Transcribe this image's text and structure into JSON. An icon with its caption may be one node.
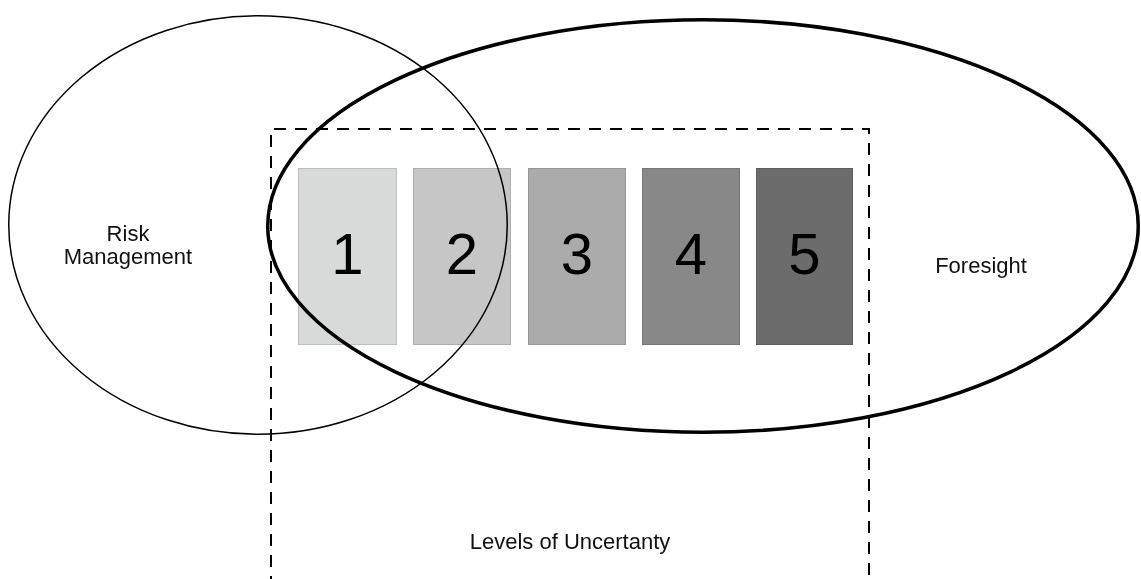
{
  "diagram": {
    "nodes": [
      {
        "text": [
          "Risk Management"
        ]
      },
      {
        "text": [
          "Foresight"
        ]
      },
      {
        "text": [
          "Levels of Uncertanty"
        ]
      },
      {
        "text": [
          "1"
        ]
      },
      {
        "text": [
          "2"
        ]
      },
      {
        "text": [
          "3"
        ]
      },
      {
        "text": [
          "4"
        ]
      },
      {
        "text": [
          "5"
        ]
      }
    ]
  }
}
